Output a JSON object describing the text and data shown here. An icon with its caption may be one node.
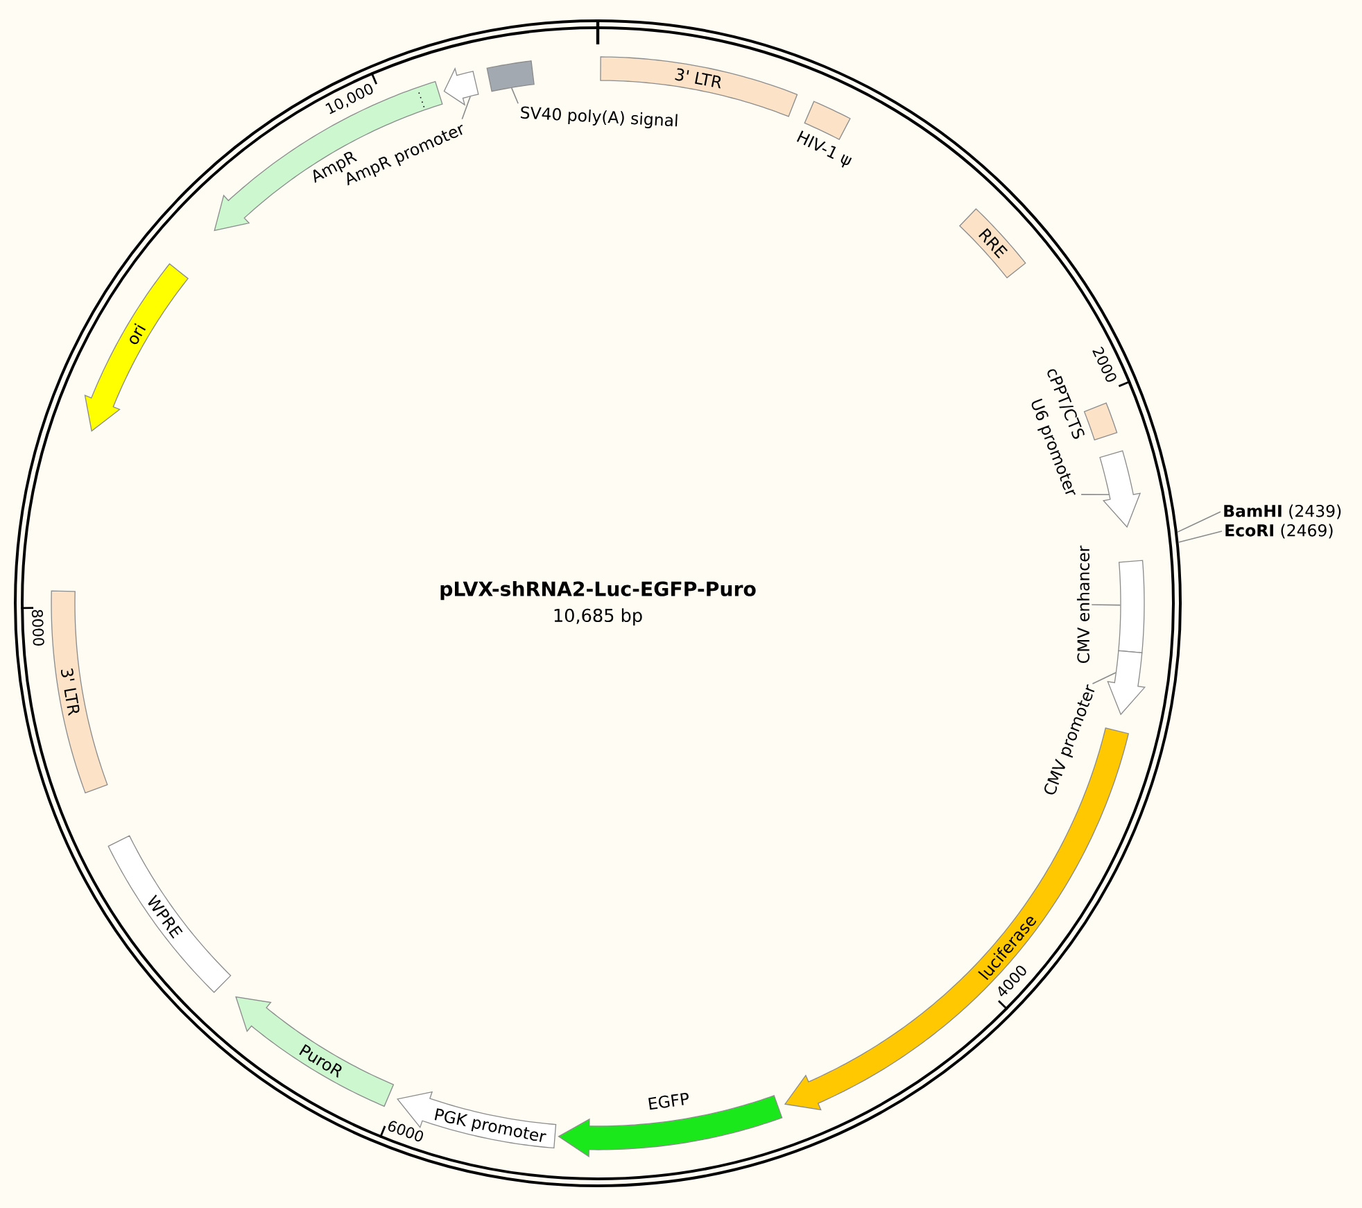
{
  "diagram": {
    "nodes": [
      {
        "text": [
          "pLVX-shRNA2-Luc-EGFP-Puro",
          "10,685 bp"
        ]
      },
      {
        "text": [
          "3' LTR"
        ],
        "in": 0
      },
      {
        "text": [],
        "shape": "box",
        "beside": [
          "HIV-1 ψ"
        ],
        "in": 0
      },
      {
        "text": [
          "RRE"
        ],
        "in": 0
      },
      {
        "text": [],
        "shape": "box",
        "beside": [
          "cPPT/CTS"
        ],
        "in": 0
      },
      {
        "text": [
          "U6 promoter"
        ],
        "in": 0
      },
      {
        "text": [],
        "shape": "arrow",
        "in": 0
      },
      {
        "text": [
          "**BamHI** (2439)"
        ]
      },
      {
        "text": [
          "**EcoRI** (2469)"
        ]
      },
      {
        "text": [
          "CMV enhancer"
        ],
        "in": 0
      },
      {
        "text": [],
        "shape": "box",
        "in": 0
      },
      {
        "text": [
          "CMV promoter"
        ],
        "in": 0
      },
      {
        "text": [],
        "shape": "arrow",
        "in": 0
      },
      {
        "text": [
          "luciferase"
        ],
        "in": 0
      },
      {
        "text": [],
        "shape": "arrow",
        "beside": [
          "EGFP"
        ],
        "in": 0
      },
      {
        "text": [
          "PGK promoter"
        ],
        "in": 0
      },
      {
        "text": [
          "PuroR"
        ],
        "in": 0
      },
      {
        "text": [
          "WPRE"
        ],
        "in": 0
      },
      {
        "text": [
          "3' LTR"
        ],
        "in": 0
      },
      {
        "text": [
          "ori"
        ],
        "in": 0
      },
      {
        "text": [],
        "shape": "arrow",
        "beside": [
          "AmpR"
        ],
        "in": 0
      },
      {
        "text": [
          "AmpR promoter"
        ],
        "in": 0
      },
      {
        "text": [],
        "shape": "arrow",
        "in": 0
      },
      {
        "text": [
          "SV40 poly(A) signal"
        ],
        "in": 0
      },
      {
        "text": [],
        "shape": "box",
        "in": 0
      }
    ],
    "edges": [
      {
        "from": 5,
        "to": 6,
        "arrow": "none"
      },
      {
        "from": 7,
        "to": 0,
        "arrow": "none"
      },
      {
        "from": 8,
        "to": 0,
        "arrow": "none"
      },
      {
        "from": 9,
        "to": 10,
        "arrow": "none"
      },
      {
        "from": 11,
        "to": 12,
        "arrow": "none"
      },
      {
        "from": 21,
        "to": 22,
        "arrow": "none"
      },
      {
        "from": 23,
        "to": 24,
        "arrow": "none"
      }
    ],
    "labels": [
      "10,000",
      "2000",
      "8000",
      "4000",
      "6000"
    ]
  }
}
